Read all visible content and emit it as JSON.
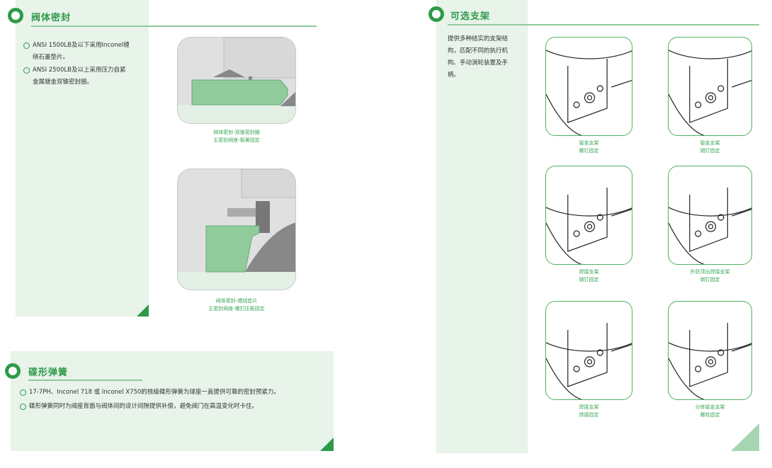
{
  "body_seal": {
    "title": "阀体密封",
    "bullets": [
      "ANSI 1500LB及以下采用Inconel缠绕石墨垫片。",
      "ANSI 2500LB及以上采用压力自紧金属镀金双锥密封圈。"
    ],
    "diagrams": [
      {
        "caption": [
          "阀体密封-双锥密封圈",
          "主密封阀座-板簧固定"
        ]
      },
      {
        "caption": [
          "阀体密封-缠绕垫片",
          "主密封阀座-螺钉压板固定"
        ]
      }
    ]
  },
  "disc_spring": {
    "title": "碟形弹簧",
    "bullets": [
      "17-7PH、Inconel 718 或 Inconel X750的核级碟形弹簧为球座一直提供可靠的密封预紧力。",
      "碟形弹簧同时为阀座背面与阀体间的设计间隙提供补偿，避免阀门在高温变化时卡住。"
    ]
  },
  "bracket": {
    "title": "可选支架",
    "description": "提供多种结实的支架结构，匹配不同的执行机构、手动涡轮装置及手柄。",
    "items": [
      {
        "caption": [
          "钣金支架",
          "螺钉固定"
        ]
      },
      {
        "caption": [
          "钣金支架",
          "销钉固定"
        ]
      },
      {
        "caption": [
          "焊接支架",
          "销钉固定"
        ]
      },
      {
        "caption": [
          "外防顶出焊接支架",
          "销钉固定"
        ]
      },
      {
        "caption": [
          "焊接支架",
          "焊接固定"
        ]
      },
      {
        "caption": [
          "分体钣金支架",
          "螺栓固定"
        ]
      }
    ]
  },
  "colors": {
    "accent": "#2e9a48",
    "panel": "#e8f3ea",
    "seal_green": "#8fcb9b"
  }
}
